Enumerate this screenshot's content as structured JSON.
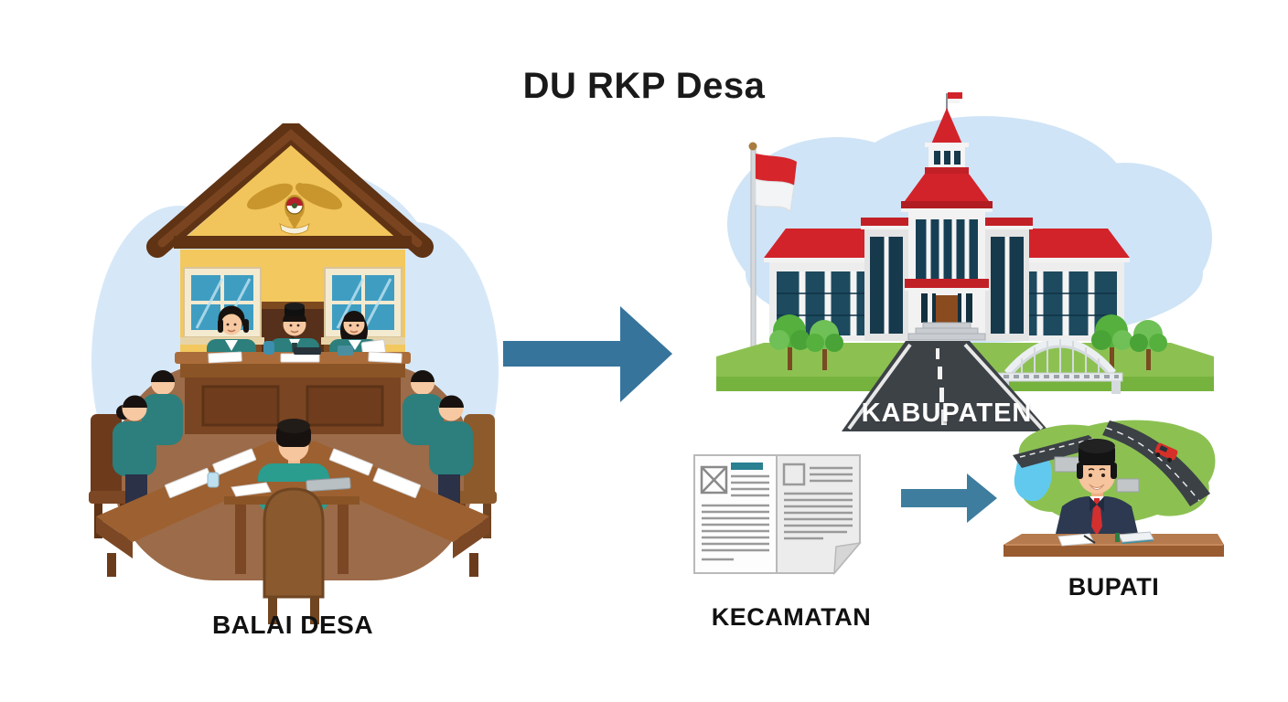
{
  "title": "DU RKP Desa",
  "scenes": {
    "balai_desa": {
      "label": "BALAI DESA"
    },
    "kabupaten": {
      "label": "KABUPATEN"
    },
    "kecamatan": {
      "label": "KECAMATAN"
    },
    "bupati": {
      "label": "BUPATI"
    }
  },
  "colors": {
    "background": "#ffffff",
    "arrow_large": "#36749c",
    "arrow_small": "#3e7d9e",
    "title_text": "#1a1a1a",
    "label_text": "#111111",
    "kabupaten_label_text": "#ffffff"
  }
}
